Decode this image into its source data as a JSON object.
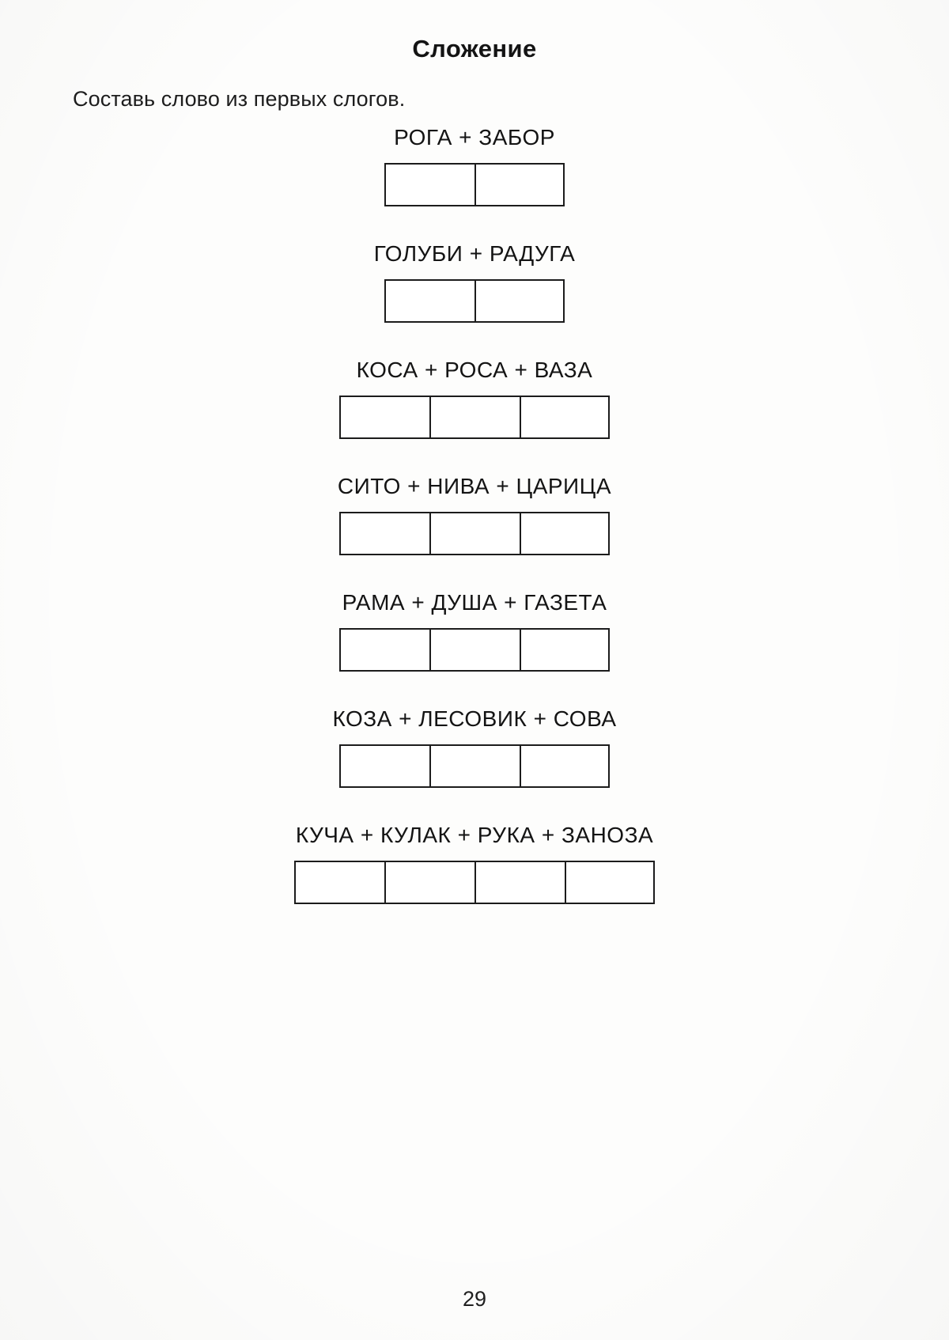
{
  "worksheet": {
    "title": "Сложение",
    "instruction": "Составь слово из первых слогов.",
    "page_number": "29",
    "ink_color": "#141414",
    "paper_color": "#fdfdfc",
    "exercises": [
      {
        "index": 1,
        "expression": "РОГА + ЗАБОР",
        "words": [
          "РОГА",
          "ЗАБОР"
        ],
        "operator": "+",
        "box_count": 2,
        "box_values": [
          "",
          ""
        ]
      },
      {
        "index": 2,
        "expression": "ГОЛУБИ + РАДУГА",
        "words": [
          "ГОЛУБИ",
          "РАДУГА"
        ],
        "operator": "+",
        "box_count": 2,
        "box_values": [
          "",
          ""
        ]
      },
      {
        "index": 3,
        "expression": "КОСА + РОСА + ВАЗА",
        "words": [
          "КОСА",
          "РОСА",
          "ВАЗА"
        ],
        "operator": "+",
        "box_count": 3,
        "box_values": [
          "",
          "",
          ""
        ]
      },
      {
        "index": 4,
        "expression": "СИТО + НИВА + ЦАРИЦА",
        "words": [
          "СИТО",
          "НИВА",
          "ЦАРИЦА"
        ],
        "operator": "+",
        "box_count": 3,
        "box_values": [
          "",
          "",
          ""
        ]
      },
      {
        "index": 5,
        "expression": "РАМА + ДУША + ГАЗЕТА",
        "words": [
          "РАМА",
          "ДУША",
          "ГАЗЕТА"
        ],
        "operator": "+",
        "box_count": 3,
        "box_values": [
          "",
          "",
          ""
        ]
      },
      {
        "index": 6,
        "expression": "КОЗА + ЛЕСОВИК + СОВА",
        "words": [
          "КОЗА",
          "ЛЕСОВИК",
          "СОВА"
        ],
        "operator": "+",
        "box_count": 3,
        "box_values": [
          "",
          "",
          ""
        ]
      },
      {
        "index": 7,
        "expression": "КУЧА + КУЛАК + РУКА + ЗАНОЗА",
        "words": [
          "КУЧА",
          "КУЛАК",
          "РУКА",
          "ЗАНОЗА"
        ],
        "operator": "+",
        "box_count": 4,
        "box_values": [
          "",
          "",
          "",
          ""
        ]
      }
    ]
  }
}
